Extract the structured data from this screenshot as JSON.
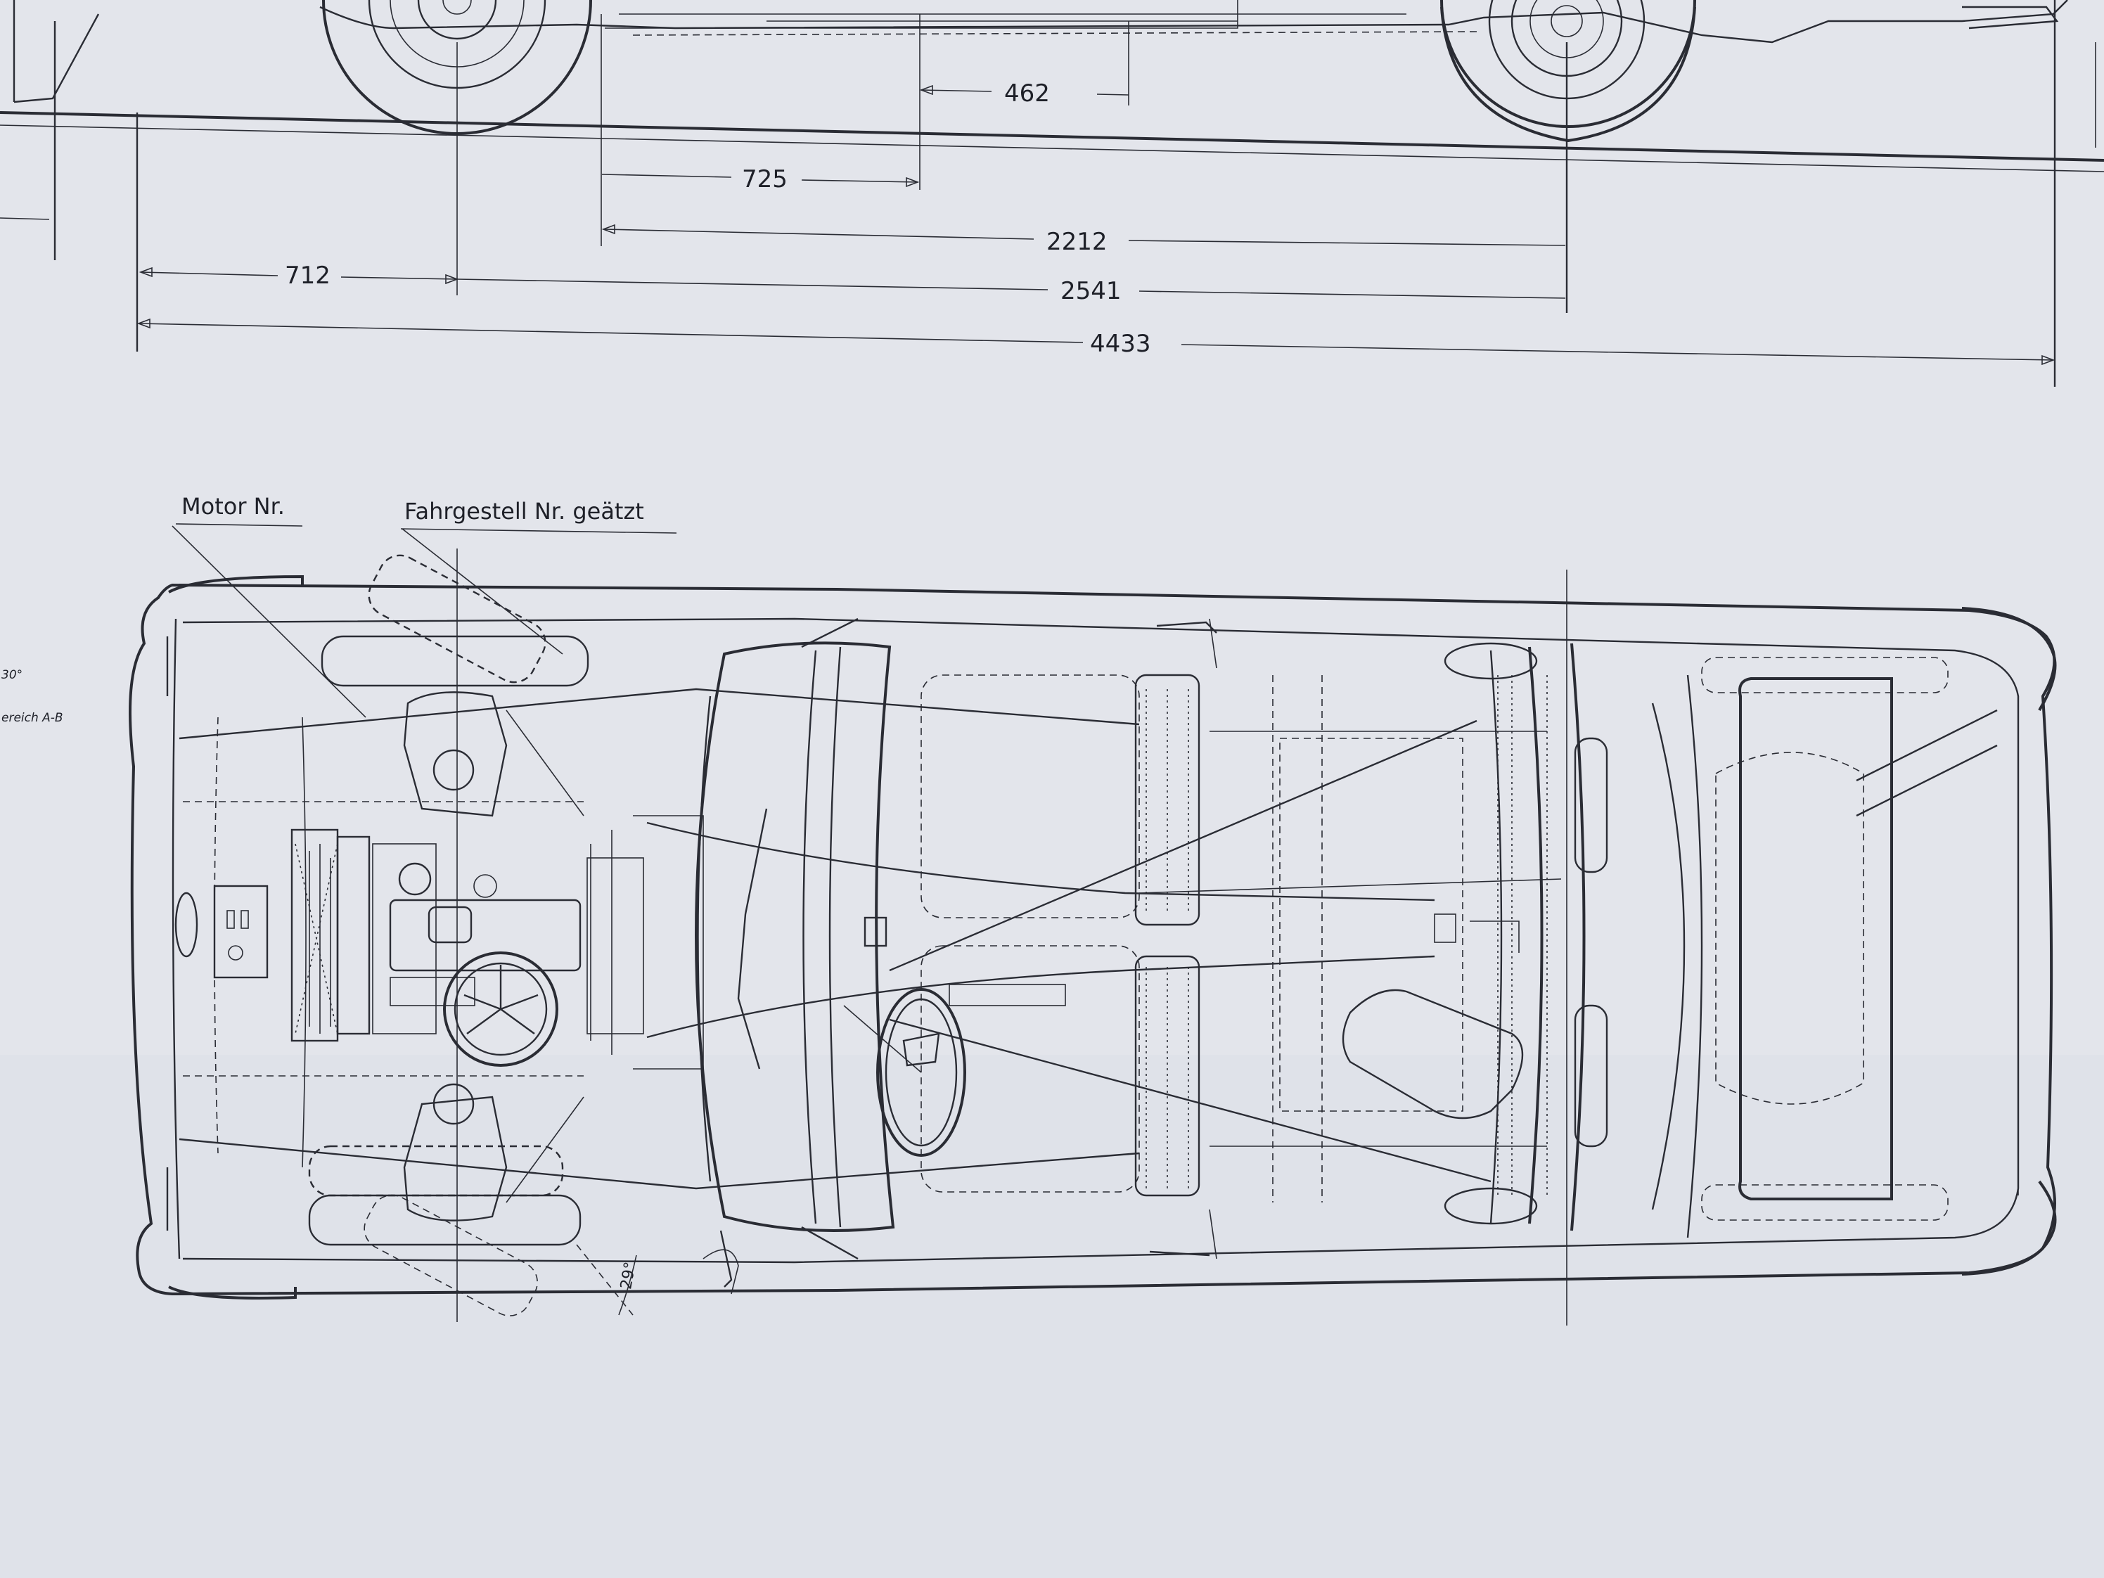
{
  "dimensions": {
    "d462": "462",
    "d725": "725",
    "d2212": "2212",
    "d712": "712",
    "d2541": "2541",
    "d4433": "4433"
  },
  "labels": {
    "motor": "Motor Nr.",
    "chassis": "Fahrgestell Nr. geätzt",
    "angle": "29°",
    "margin_1": "30°",
    "margin_2": "ereich A-B"
  }
}
